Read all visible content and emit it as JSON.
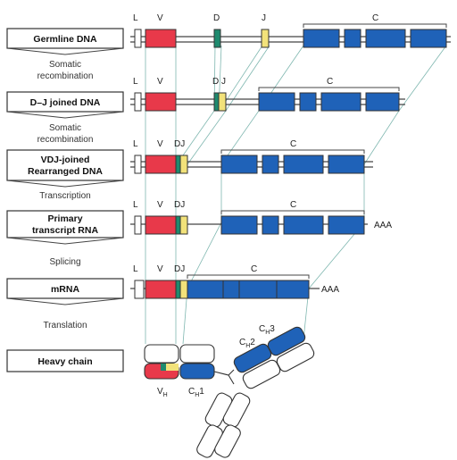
{
  "stages": [
    {
      "label_lines": [
        "Germline DNA"
      ]
    },
    {
      "label_lines": [
        "D–J joined DNA"
      ]
    },
    {
      "label_lines": [
        "VDJ-joined",
        "Rearranged DNA"
      ]
    },
    {
      "label_lines": [
        "Primary",
        "transcript RNA"
      ]
    },
    {
      "label_lines": [
        "mRNA"
      ]
    },
    {
      "label_lines": [
        "Heavy chain"
      ]
    }
  ],
  "steps": [
    {
      "lines": [
        "Somatic",
        "recombination"
      ]
    },
    {
      "lines": [
        "Somatic",
        "recombination"
      ]
    },
    {
      "lines": [
        "Transcription"
      ]
    },
    {
      "lines": [
        "Splicing"
      ]
    },
    {
      "lines": [
        "Translation"
      ]
    }
  ],
  "segment_labels": {
    "L": "L",
    "V": "V",
    "D": "D",
    "J": "J",
    "DJ": "D J",
    "VDJ": "DJ",
    "C": "C"
  },
  "polyA": "AAA",
  "protein_labels": {
    "VH": "V",
    "VH_sub": "H",
    "CH1": "C",
    "CH1_sub": "H",
    "CH1_num": "1",
    "CH2": "C",
    "CH2_sub": "H",
    "CH2_num": "2",
    "CH3": "C",
    "CH3_sub": "H",
    "CH3_num": "3"
  },
  "colors": {
    "V": "#e8394a",
    "D": "#1e8a6e",
    "J": "#f2e27a",
    "C": "#1f62b8",
    "outline": "#333333"
  }
}
